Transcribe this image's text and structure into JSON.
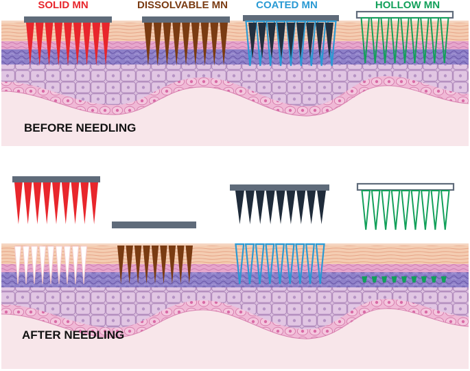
{
  "labels": {
    "solid": "SOLID MN",
    "dissolvable": "DISSOLVABLE MN",
    "coated": "COATED MN",
    "hollow": "HOLLOW MN",
    "before": "BEFORE NEEDLING",
    "after": "AFTER NEEDLING"
  },
  "colors": {
    "solid": "#e8262c",
    "dissolvable": "#7a3b12",
    "coated": "#2a9ad4",
    "coated_after": "#1f2b3a",
    "hollow": "#12a05a",
    "base_plate": "#5f6b7a",
    "skin_surface": "#f3c7a8",
    "dermis_purple": "#8a78c4",
    "epidermis": "#d9b8dc",
    "basal_pink": "#e79ac4",
    "background_pink": "#f8e6ea"
  },
  "needles_per_array": 9
}
